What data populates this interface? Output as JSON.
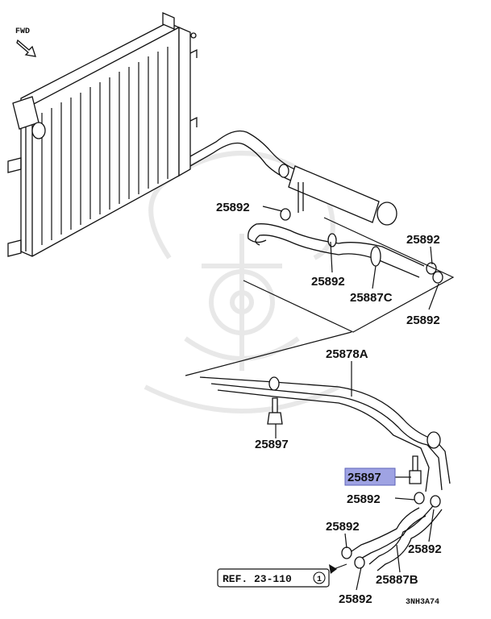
{
  "fwd_label": "FWD",
  "parts": {
    "clamp_radiator": "25892",
    "clamp_upper_mid": "25892",
    "clamp_upper_right": "25892",
    "clamp_upper_right_low": "25892",
    "hose_upper": "25887C",
    "tube_assembly": "25878A",
    "bolt_left": "25897",
    "bolt_right_highlighted": "25897",
    "clamp_lower_mid": "25892",
    "clamp_lower_left": "25892",
    "clamp_lower_right": "25892",
    "clamp_lower_bottom": "25892",
    "hose_lower": "25887B"
  },
  "reference": {
    "text": "REF. 23-110",
    "circle_num": "1"
  },
  "diagram_code": "3NH3A74",
  "colors": {
    "highlight": "#9fa3e3",
    "line": "#111111",
    "watermark": "#e6e6e6"
  }
}
